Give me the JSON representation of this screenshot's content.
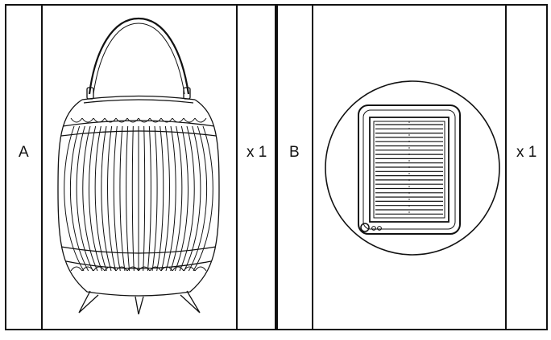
{
  "items": [
    {
      "letter": "A",
      "quantity": "x 1",
      "icon": "rattan-lantern-icon"
    },
    {
      "letter": "B",
      "quantity": "x 1",
      "icon": "solar-panel-icon"
    }
  ],
  "colors": {
    "line": "#111111",
    "background": "#ffffff"
  }
}
